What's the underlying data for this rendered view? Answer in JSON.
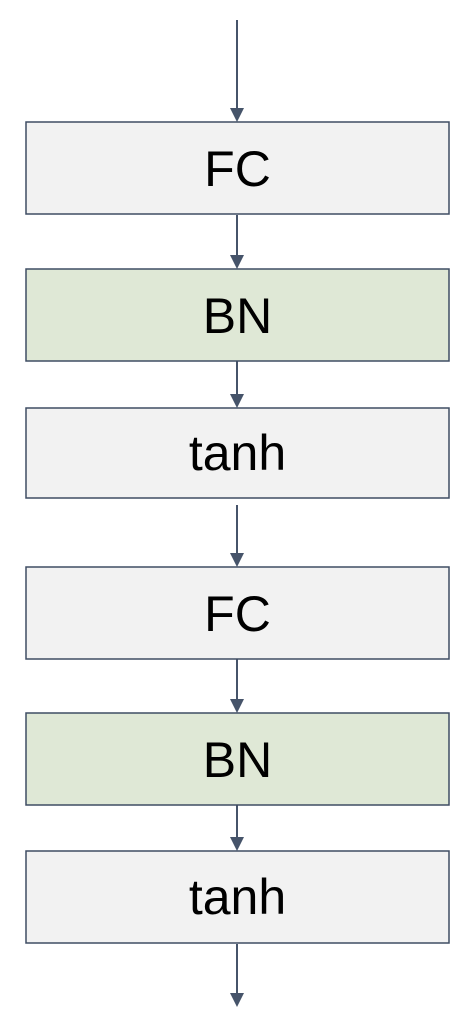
{
  "colors": {
    "box_stroke": "#3f4d63",
    "arrow": "#46546a",
    "fc_tanh_fill": "#f2f2f2",
    "bn_fill": "#dfe8d6"
  },
  "layers": [
    {
      "label": "FC",
      "fill": "#f2f2f2"
    },
    {
      "label": "BN",
      "fill": "#dfe8d6"
    },
    {
      "label": "tanh",
      "fill": "#f2f2f2"
    },
    {
      "label": "FC",
      "fill": "#f2f2f2"
    },
    {
      "label": "BN",
      "fill": "#dfe8d6"
    },
    {
      "label": "tanh",
      "fill": "#f2f2f2"
    }
  ]
}
